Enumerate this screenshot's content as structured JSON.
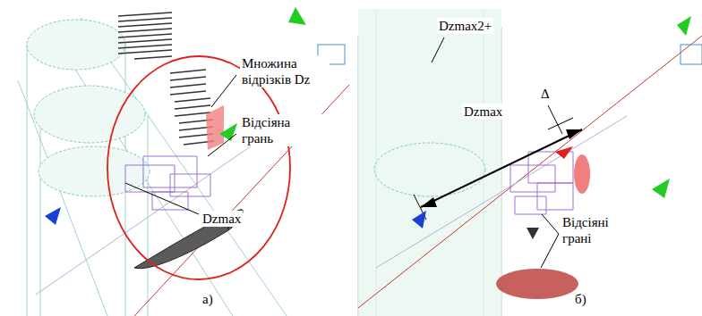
{
  "diagram": {
    "labels": [
      "Множина відрізків Dz",
      "Відсіяна грань",
      "Dzmax",
      "а)",
      "Dzmax2+",
      "Δ",
      "Dzmax",
      "Відсіяні грані",
      "б)"
    ]
  }
}
